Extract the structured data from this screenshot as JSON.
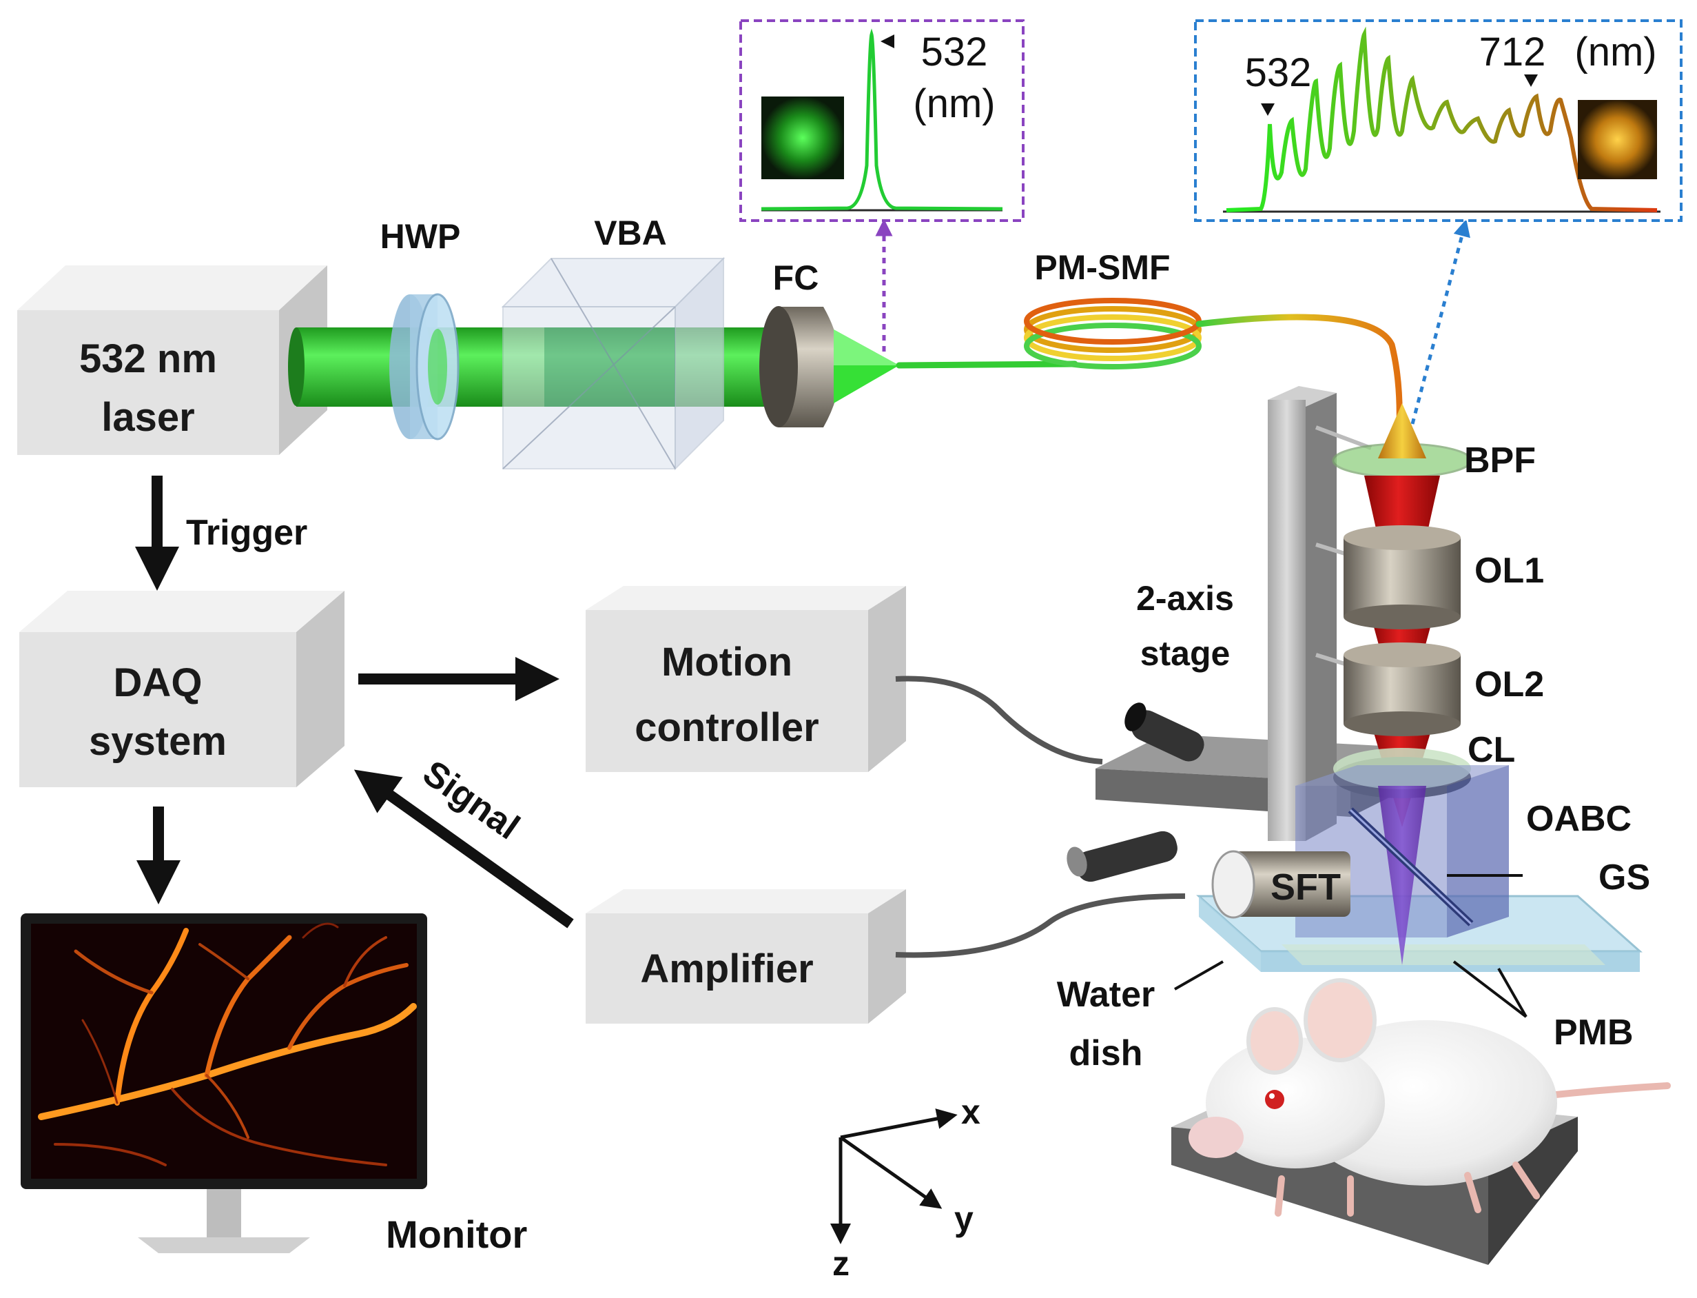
{
  "labels": {
    "laser_line1": "532 nm",
    "laser_line2": "laser",
    "hwp": "HWP",
    "vba": "VBA",
    "fc": "FC",
    "pm_smf": "PM-SMF",
    "trigger": "Trigger",
    "daq_line1": "DAQ",
    "daq_line2": "system",
    "motion_line1": "Motion",
    "motion_line2": "controller",
    "amplifier": "Amplifier",
    "signal": "Signal",
    "monitor": "Monitor",
    "stage_line1": "2-axis",
    "stage_line2": "stage",
    "bpf": "BPF",
    "ol1": "OL1",
    "ol2": "OL2",
    "cl": "CL",
    "oabc": "OABC",
    "gs": "GS",
    "sft": "SFT",
    "water_line1": "Water",
    "water_line2": "dish",
    "pmb": "PMB",
    "axis_x": "x",
    "axis_y": "y",
    "axis_z": "z"
  },
  "insets": {
    "left": {
      "peak": "532",
      "unit": "(nm)"
    },
    "right": {
      "peak_start": "532",
      "peak_end": "712",
      "unit": "(nm)"
    }
  },
  "colors": {
    "green": "#33dd33",
    "inset_left_border": "#8a44c0",
    "inset_right_border": "#2a7fd0",
    "box_face": "#e3e3e3",
    "red_beam": "#cc1010"
  }
}
